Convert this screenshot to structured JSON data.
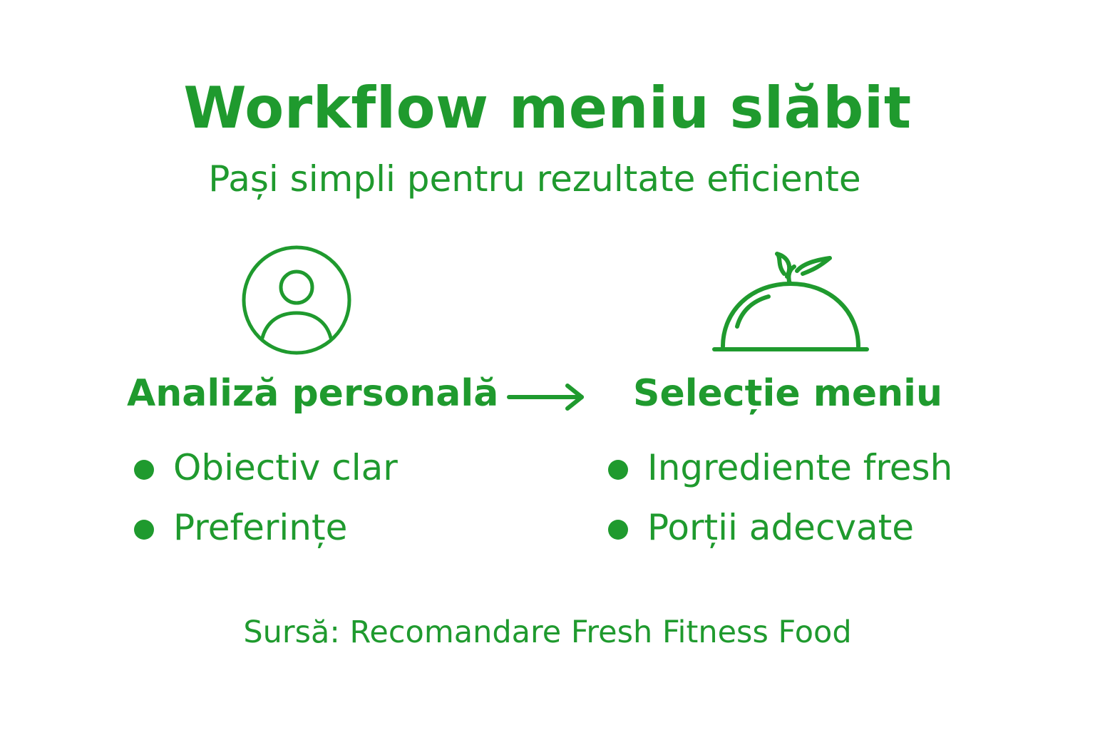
{
  "title": "Workflow meniu slăbit",
  "subtitle": "Pași simpli pentru rezultate eficiente",
  "accent_color": "#1f9a2e",
  "steps": [
    {
      "icon": "user-circle-icon",
      "heading": "Analiză personală",
      "bullets": [
        "Obiectiv clar",
        "Preferințe"
      ]
    },
    {
      "icon": "food-cloche-icon",
      "heading": "Selecție meniu",
      "bullets": [
        "Ingrediente fresh",
        "Porții adecvate"
      ]
    }
  ],
  "connector_icon": "arrow-right-icon",
  "source": "Sursă: Recomandare Fresh Fitness Food"
}
